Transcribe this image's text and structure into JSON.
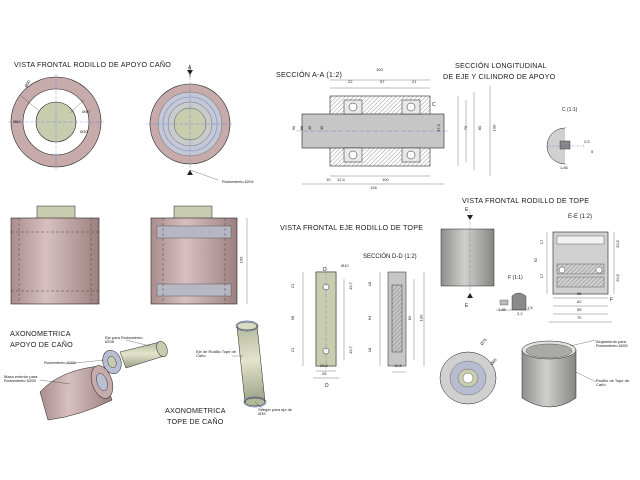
{
  "titles": {
    "front_roller": "VISTA FRONTAL RODILLO DE APOYO CAÑO",
    "section_aa": "SECCIÓN A-A (1:2)",
    "longitudinal_line1": "SECCIÓN LONGITUDINAL",
    "longitudinal_line2": "DE EJE Y CILINDRO DE APOYO",
    "detail_c": "C (1:1)",
    "axo_support_line1": "AXONOMETRICA",
    "axo_support_line2": "APOYO DE CAÑO",
    "shaft_front": "VISTA FRONTAL EJE RODILLO DE TOPE",
    "section_dd": "SECCIÓN D-D (1:2)",
    "stop_front": "VISTA FRONTAL RODILLO DE TOPE",
    "section_ee": "E-E (1:2)",
    "detail_f": "F (1:1)",
    "axo_stop_line1": "AXONOMETRICA",
    "axo_stop_line2": "TOPE DE CAÑO"
  },
  "section_marks": {
    "a": "A",
    "c": "C",
    "d": "D",
    "e": "E",
    "f": "F"
  },
  "callouts": {
    "bearing_6204": "Rodamiento 6204",
    "shaft_6208": "Eje para Rodamiento 6208",
    "bearing_6208": "Rodamiento 6208",
    "outer_mass": "Maza exterior para Rodamiento 6208",
    "stop_shaft": "Eje de Rodillo Tope de Caño",
    "seeger": "Seeger para eje de Ø35",
    "housing_6205": "Alojamiento para Rodamiento 6205",
    "stop_roller": "Rodillo de Tope de Caño"
  },
  "dimensions": {
    "front": [
      "Ø90",
      "Ø60",
      "Ø40",
      "Ø30"
    ],
    "side_height": "100",
    "section_aa": [
      "100",
      "22",
      "57",
      "21",
      "90",
      "56",
      "40",
      "40",
      "37,5",
      "70",
      "80",
      "100",
      "10",
      "12,4",
      "100",
      "126"
    ],
    "detail_c": [
      "2,5",
      "1,85",
      "5"
    ],
    "shaft": [
      "Ø10",
      "21",
      "58",
      "21",
      "19,7",
      "19,7",
      "23,9",
      "26",
      "18",
      "64",
      "18",
      "82",
      "100",
      "12,5"
    ],
    "section_ee": [
      "17",
      "62",
      "17",
      "20,5",
      "20,5",
      "55",
      "62",
      "55",
      "70"
    ],
    "detail_f": [
      "1,85",
      "2,2",
      "1,5"
    ],
    "axo_stop": [
      "Ø75",
      "Ø65"
    ]
  },
  "colors": {
    "pink": "#c9aeae",
    "pink_dark": "#a88a8a",
    "gray": "#a9aaa7",
    "gray_dark": "#7e807d",
    "olive": "#c8cdb0",
    "line": "#222222",
    "blue": "#4466cc"
  }
}
